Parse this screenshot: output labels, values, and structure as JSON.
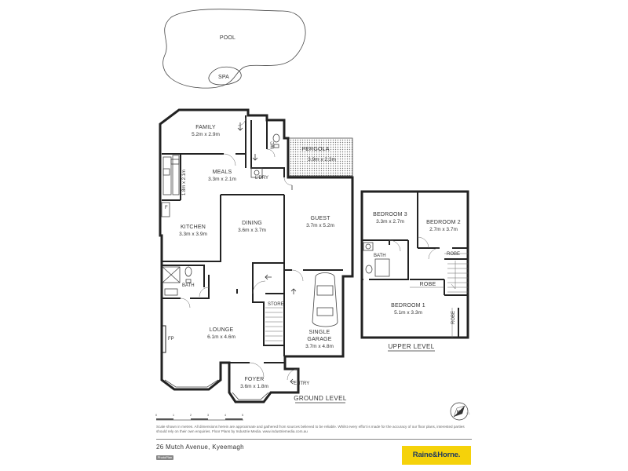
{
  "outdoor": {
    "pool": "POOL",
    "spa": "SPA"
  },
  "ground": {
    "family": {
      "name": "FAMILY",
      "dim": "5.2m x 2.9m"
    },
    "meals": {
      "name": "MEALS",
      "dim": "3.3m x 2.1m"
    },
    "kitchen": {
      "name": "KITCHEN",
      "dim": "3.3m x 3.9m"
    },
    "dining": {
      "name": "DINING",
      "dim": "3.6m x 3.7m"
    },
    "guest": {
      "name": "GUEST",
      "dim": "3.7m x 5.2m"
    },
    "pergola": {
      "name": "PERGOLA",
      "dim": "3.9m x 2.3m"
    },
    "garage": {
      "name1": "SINGLE",
      "name2": "GARAGE",
      "dim": "3.7m x 4.8m"
    },
    "lounge": {
      "name": "LOUNGE",
      "dim": "6.1m x 4.6m"
    },
    "foyer": {
      "name": "FOYER",
      "dim": "3.6m x 1.8m"
    },
    "bath": "BATH",
    "store": "STORE",
    "laundry": "L'DRY",
    "wc": "WC",
    "pantry": "1.8m x 2.1m",
    "fridge": "F",
    "fireplace": "FP",
    "entry": "ENTRY",
    "level_label": "GROUND LEVEL"
  },
  "upper": {
    "bed3": {
      "name": "BEDROOM 3",
      "dim": "3.3m x 2.7m"
    },
    "bed2": {
      "name": "BEDROOM 2",
      "dim": "2.7m x 3.7m"
    },
    "bed1": {
      "name": "BEDROOM 1",
      "dim": "5.1m x 3.3m"
    },
    "bath": "BATH",
    "robe": "ROBE",
    "level_label": "UPPER LEVEL"
  },
  "scale_ticks": [
    "0",
    "1",
    "2",
    "3",
    "4",
    "5"
  ],
  "compass": "N",
  "disclaimer": "Scale shown in metres. All dimensions herein are approximate and gathered from sources believed to be reliable. Whilst every effort is made for the accuracy of our floor plans, interested parties should rely on their own enquiries. Floor Plans by Industrie Media. www.industriemedia.com.au",
  "address": "26 Mutch Avenue, Kyeemagh",
  "producer_logo": "PhotoPlan",
  "version": "V1",
  "agency": "Raine&Horne."
}
